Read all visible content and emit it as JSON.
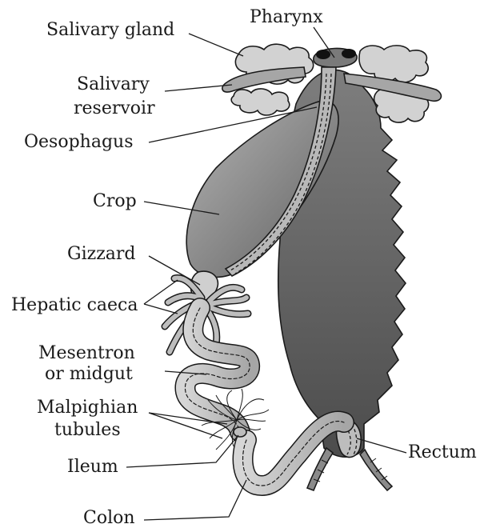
{
  "labels": {
    "pharynx": "Pharynx",
    "salivary_gland": "Salivary gland",
    "salivary_reservoir_line1": "Salivary",
    "salivary_reservoir_line2": "reservoir",
    "oesophagus": "Oesophagus",
    "crop": "Crop",
    "gizzard": "Gizzard",
    "hepatic_caeca": "Hepatic caeca",
    "mesentron_line1": "Mesentron",
    "mesentron_line2": "or midgut",
    "malpighian_line1": "Malpighian",
    "malpighian_line2": "tubules",
    "ileum": "Ileum",
    "colon": "Colon",
    "rectum": "Rectum"
  },
  "colors": {
    "body_dark": "#4a4a4a",
    "body_mid": "#7a7a7a",
    "crop_light": "#a8a8a8",
    "gut_light": "#c8c8c8",
    "gland_light": "#d4d4d4",
    "ink": "#1a1a1a"
  }
}
